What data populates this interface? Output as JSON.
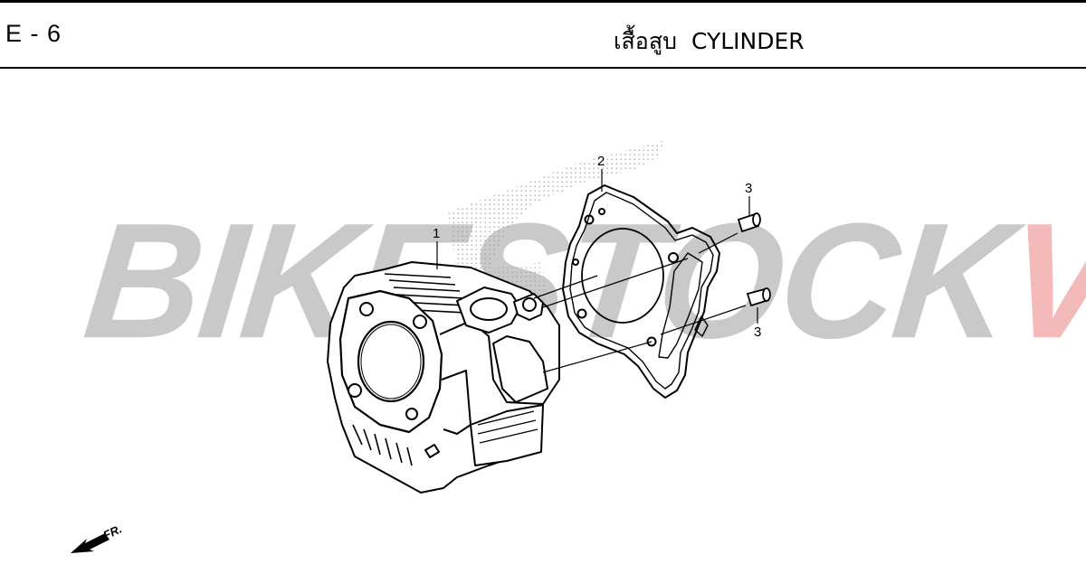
{
  "header": {
    "page_code": "E - 6",
    "title_thai": "เสื้อสูบ",
    "title_en": "CYLINDER"
  },
  "watermark": {
    "part1": "BIKESTOCK",
    "part2": "VN",
    "color1": "#c9c9c9",
    "color2": "#f4b9b9"
  },
  "callouts": {
    "cylinder": "1",
    "gasket": "2",
    "dowel_top": "3",
    "dowel_bottom": "3"
  },
  "direction": {
    "label": "FR."
  }
}
